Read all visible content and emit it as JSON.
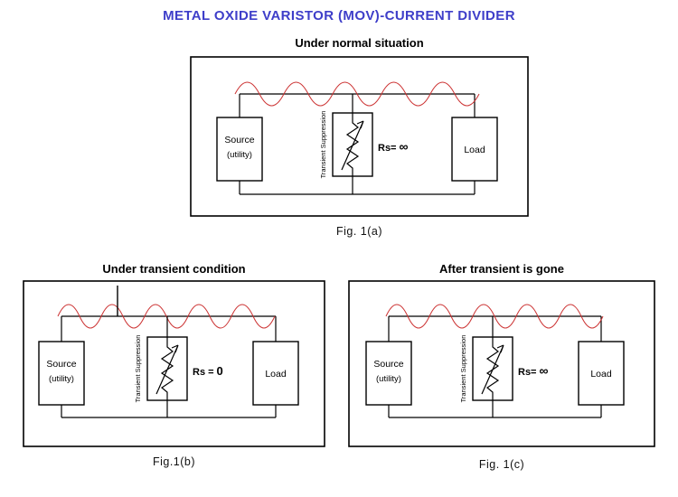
{
  "page": {
    "title": "METAL OXIDE VARISTOR (MOV)-CURRENT DIVIDER"
  },
  "colors": {
    "title": "#3e3ec9",
    "wave": "#cc3333",
    "wire": "#000000",
    "background": "#ffffff"
  },
  "figures": [
    {
      "heading": "Under normal situation",
      "caption": "Fig. 1(a)",
      "source_line1": "Source",
      "source_line2": "(utility)",
      "load": "Load",
      "suppressor": "Transient Suppression",
      "rs_prefix": "Rs=",
      "rs_value": "∞"
    },
    {
      "heading": "Under transient condition",
      "caption": "Fig.1(b)",
      "source_line1": "Source",
      "source_line2": "(utility)",
      "load": "Load",
      "suppressor": "Transient Suppression",
      "rs_prefix": "Rs =",
      "rs_value": "0"
    },
    {
      "heading": "After transient is gone",
      "caption": "Fig. 1(c)",
      "source_line1": "Source",
      "source_line2": "(utility)",
      "load": "Load",
      "suppressor": "Transient Suppression",
      "rs_prefix": "Rs=",
      "rs_value": "∞"
    }
  ]
}
